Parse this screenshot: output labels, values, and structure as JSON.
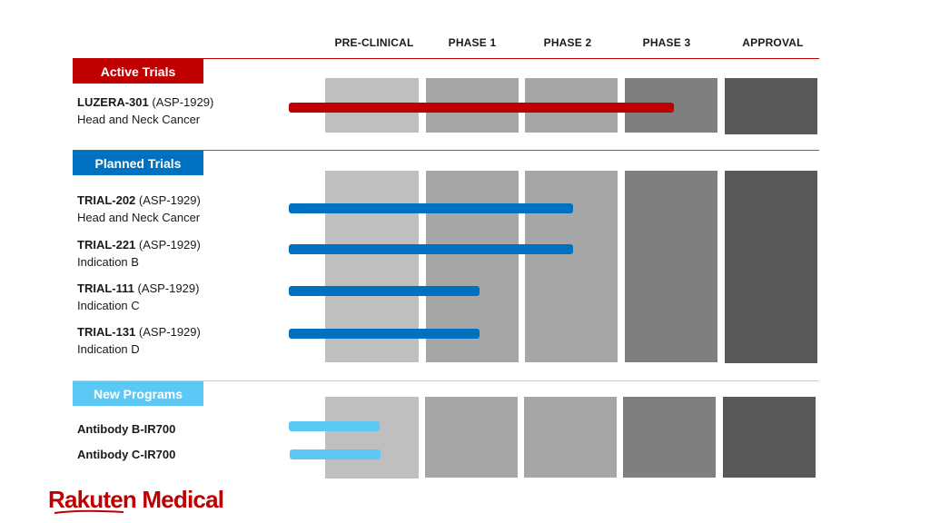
{
  "phases": [
    "PRE-CLINICAL",
    "PHASE 1",
    "PHASE 2",
    "PHASE 3",
    "APPROVAL"
  ],
  "sections": {
    "active": {
      "label": "Active Trials",
      "color": "#c00000",
      "trials": [
        {
          "name": "LUZERA-301",
          "compound": "(ASP-1929)",
          "indication": "Head and Neck Cancer",
          "progress": "Phase 3"
        }
      ]
    },
    "planned": {
      "label": "Planned Trials",
      "color": "#0070c0",
      "trials": [
        {
          "name": "TRIAL-202",
          "compound": "(ASP-1929)",
          "indication": "Head and Neck Cancer",
          "progress": "Phase 2"
        },
        {
          "name": "TRIAL-221",
          "compound": "(ASP-1929)",
          "indication": "Indication B",
          "progress": "Phase 2"
        },
        {
          "name": "TRIAL-111",
          "compound": "(ASP-1929)",
          "indication": "Indication C",
          "progress": "Phase 1"
        },
        {
          "name": "TRIAL-131",
          "compound": "(ASP-1929)",
          "indication": "Indication D",
          "progress": "Phase 1"
        }
      ]
    },
    "new_programs": {
      "label": "New Programs",
      "color": "#5bc8f5",
      "trials": [
        {
          "name": "Antibody B-IR700",
          "progress": "Pre-clinical"
        },
        {
          "name": "Antibody C-IR700",
          "progress": "Pre-clinical"
        }
      ]
    }
  },
  "phase_colors": [
    "#bfbfbf",
    "#a6a6a6",
    "#a6a6a6",
    "#7f7f7f",
    "#595959"
  ],
  "logo": {
    "text": "Rakuten Medical",
    "color": "#bf0000"
  }
}
